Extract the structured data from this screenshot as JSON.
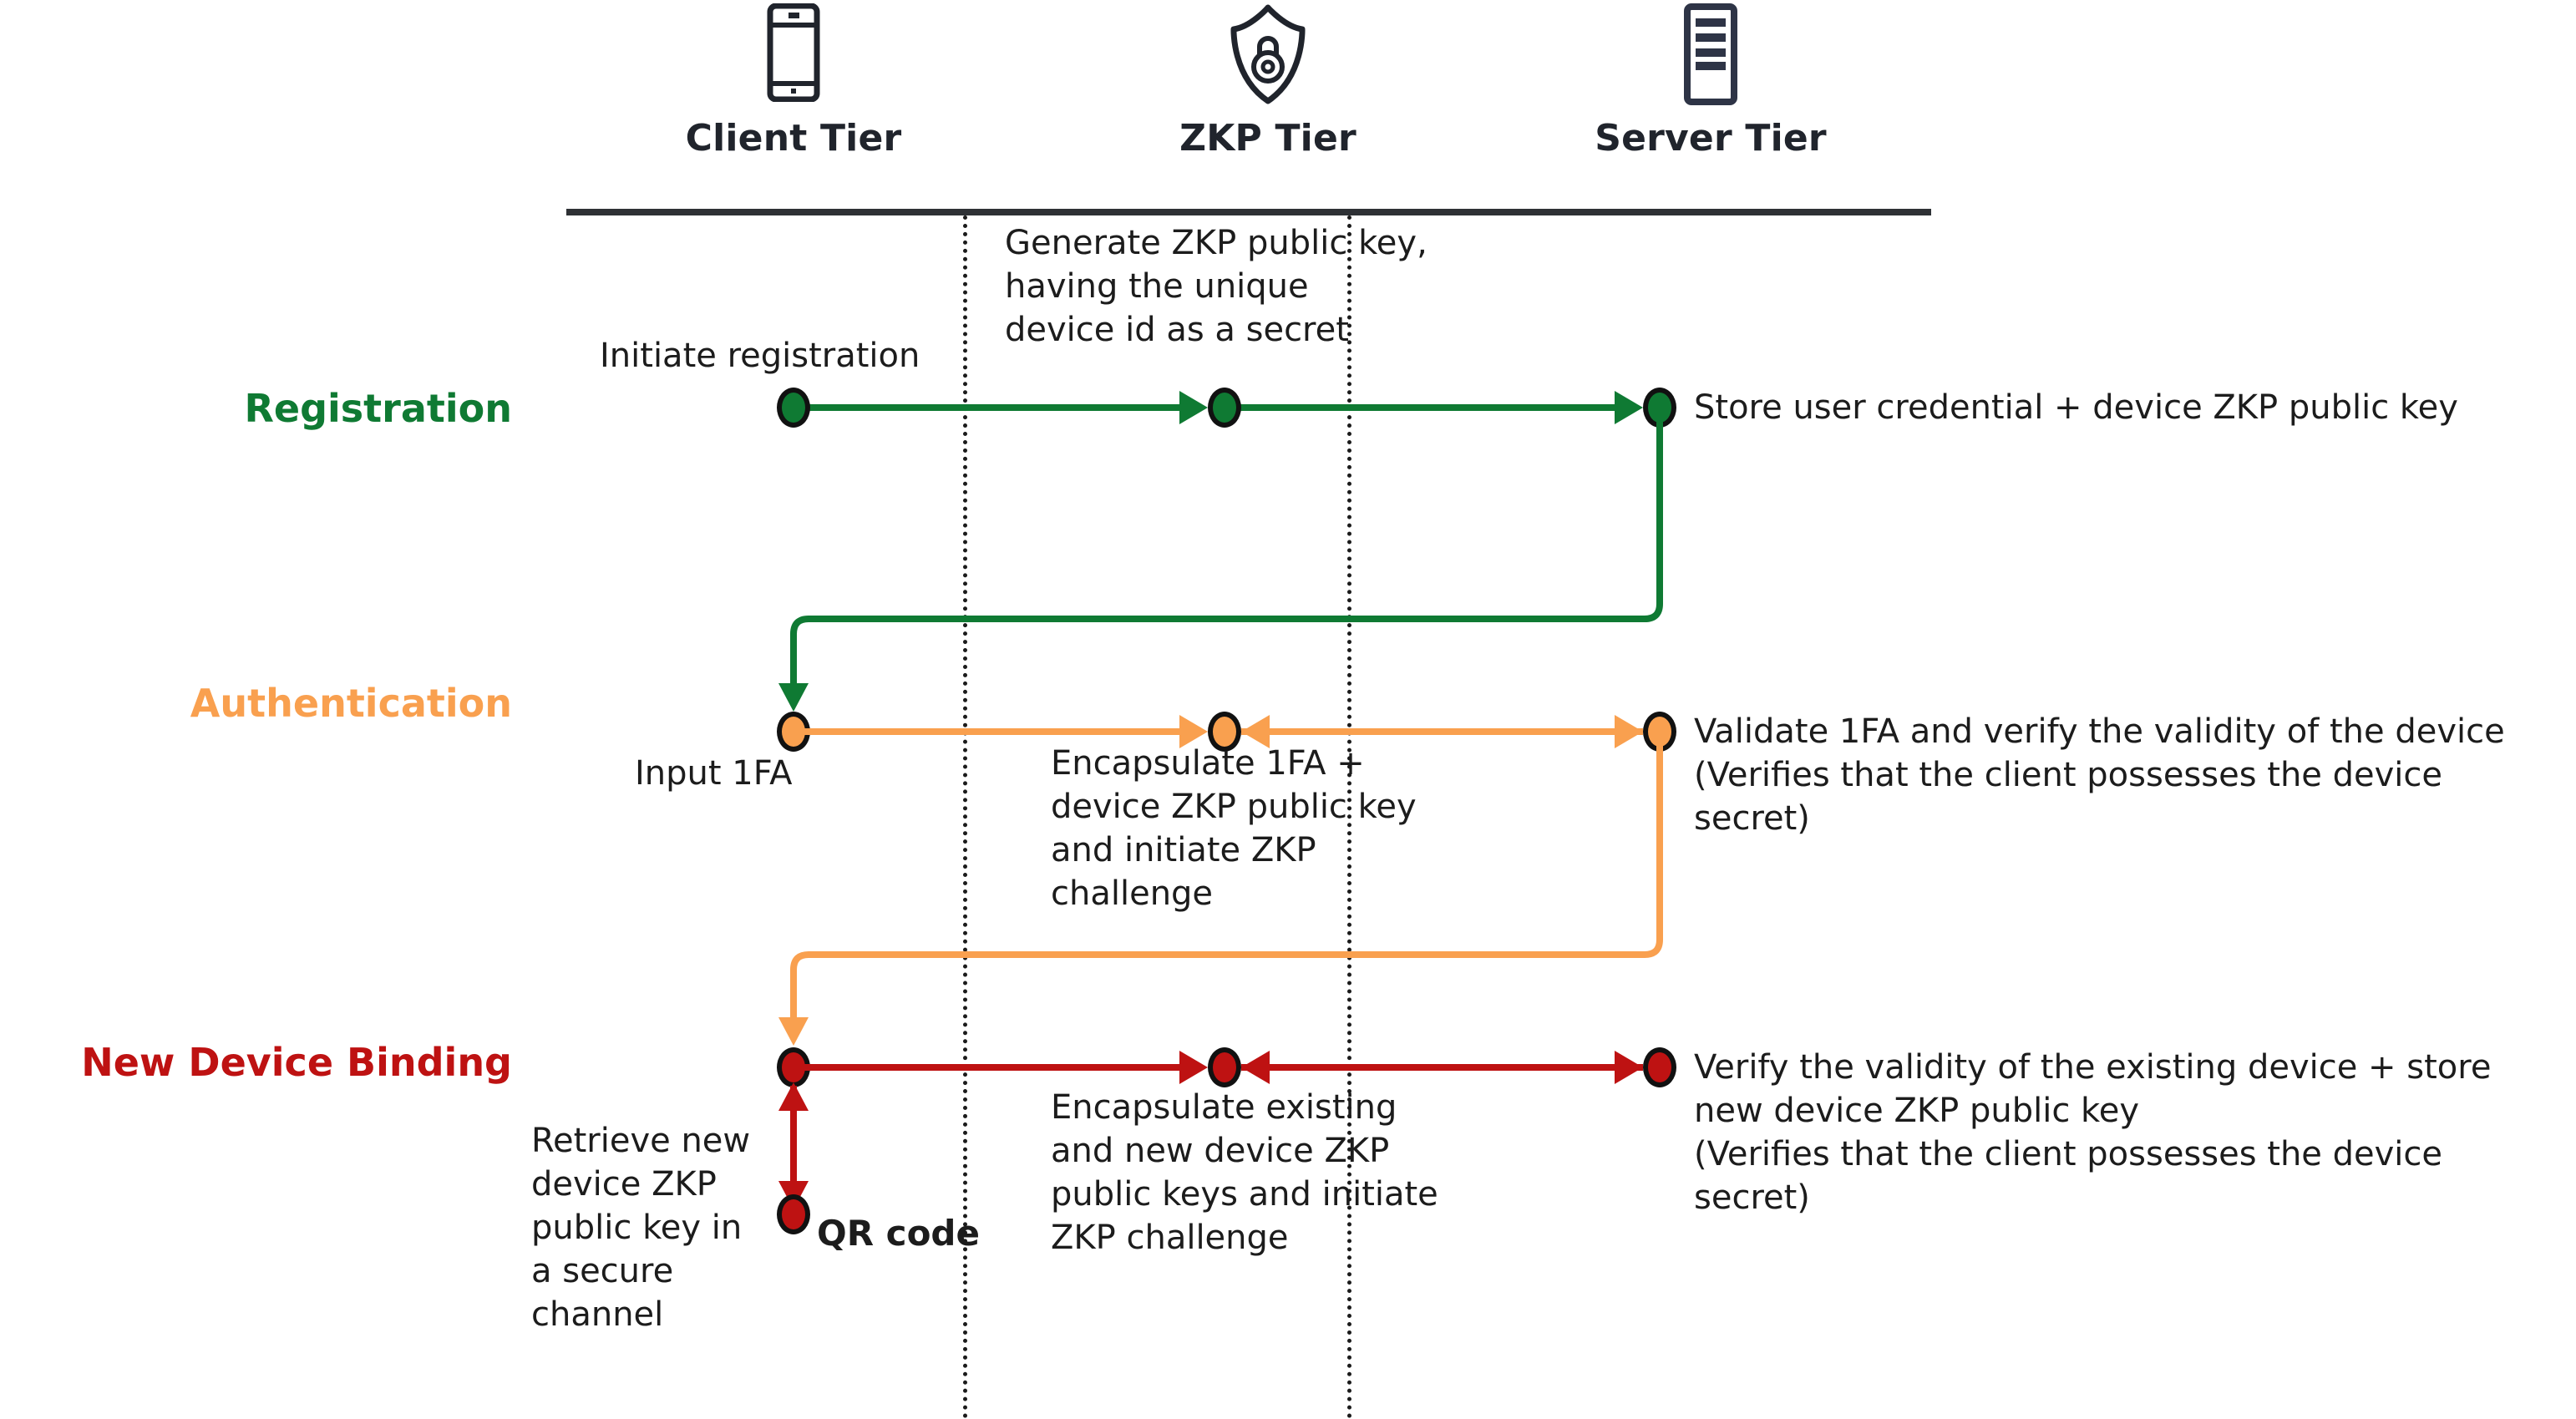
{
  "diagram": {
    "title": "ZKP device-binding sequence diagram",
    "colors": {
      "registration": "#0f7a33",
      "authentication": "#F9A04F",
      "new_device_binding": "#BE1212",
      "ink": "#1c1c1c",
      "lifeline": "#1b1b1b",
      "separator": "#2e3135"
    }
  },
  "actors": [
    {
      "id": "client",
      "name": "Client Tier",
      "icon": "smartphone-icon"
    },
    {
      "id": "zkp",
      "name": "ZKP Tier",
      "icon": "shield-lock-icon"
    },
    {
      "id": "server",
      "name": "Server Tier",
      "icon": "server-rack-icon"
    }
  ],
  "phases": [
    {
      "id": "registration",
      "label": "Registration"
    },
    {
      "id": "authentication",
      "label": "Authentication"
    },
    {
      "id": "new-device-binding",
      "label": "New Device Binding"
    }
  ],
  "notes": {
    "initiate_registration": "Initiate registration",
    "generate_zkp_key": "Generate ZKP public key,\nhaving the unique\ndevice id as a secret",
    "store_user_credential": "Store user credential + device ZKP public key",
    "input_1fa": "Input 1FA",
    "encapsulate_1fa": "Encapsulate 1FA +\ndevice ZKP public key\nand initiate ZKP\nchallenge",
    "validate_1fa": "Validate 1FA and verify the validity of the device\n(Verifies that the client possesses the device\nsecret)",
    "retrieve_new_device_key": "Retrieve new\ndevice ZKP\npublic key in\na secure\nchannel",
    "qr_code": "QR code",
    "encapsulate_existing_new": "Encapsulate existing\nand new device ZKP\npublic keys and initiate\nZKP challenge",
    "verify_existing_device": "Verify the validity of the existing device + store\nnew device ZKP public key\n(Verifies that the client possesses the device\nsecret)"
  }
}
